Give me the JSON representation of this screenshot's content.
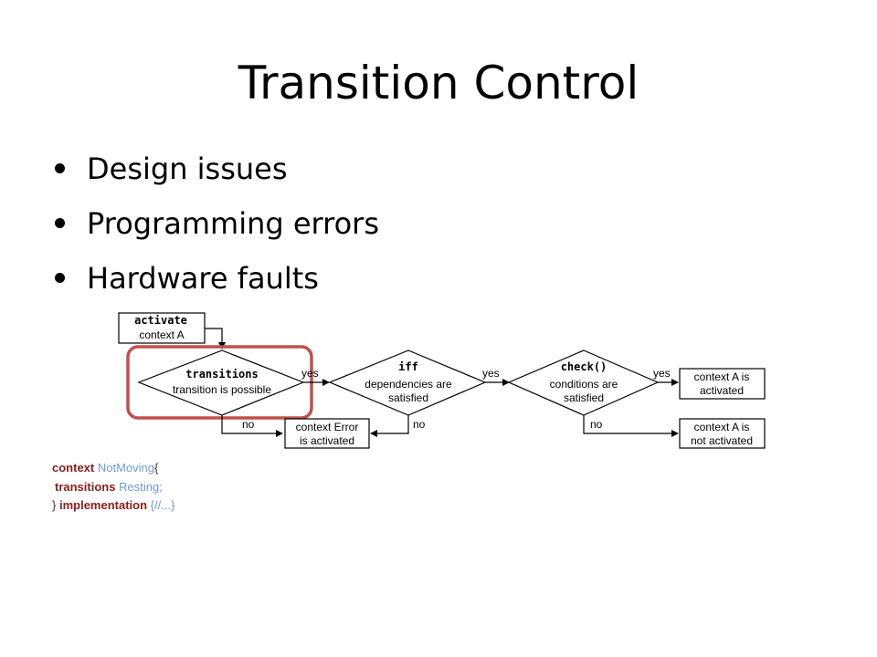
{
  "slide": {
    "title": "Transition Control",
    "bullets": [
      "Design issues",
      "Programming errors",
      "Hardware faults"
    ]
  },
  "diagram": {
    "activate_keyword": "activate",
    "activate_sub": "context A",
    "transitions_keyword": "transitions",
    "transitions_sub": "transition is possible",
    "iff_keyword": "iff",
    "iff_sub1": "dependencies are",
    "iff_sub2": "satisfied",
    "check_keyword": "check()",
    "check_sub1": "conditions are",
    "check_sub2": "satisfied",
    "yes_label": "yes",
    "no_label": "no",
    "activated_line1": "context A is",
    "activated_line2": "activated",
    "not_activated_line1": "context A is",
    "not_activated_line2": "not activated",
    "error_line1": "context Error",
    "error_line2": "is activated",
    "highlight_color": "#c0504d"
  },
  "code": {
    "line1": {
      "kw": "context",
      "id": "NotMoving",
      "punct": "{"
    },
    "line2": {
      "kw": "transitions",
      "id": "Resting;"
    },
    "line3": {
      "open": "}",
      "kw": "implementation",
      "body": "{//...}"
    },
    "keyword_color": "#8b1c1c",
    "identifier_color": "#6f9ad3"
  }
}
